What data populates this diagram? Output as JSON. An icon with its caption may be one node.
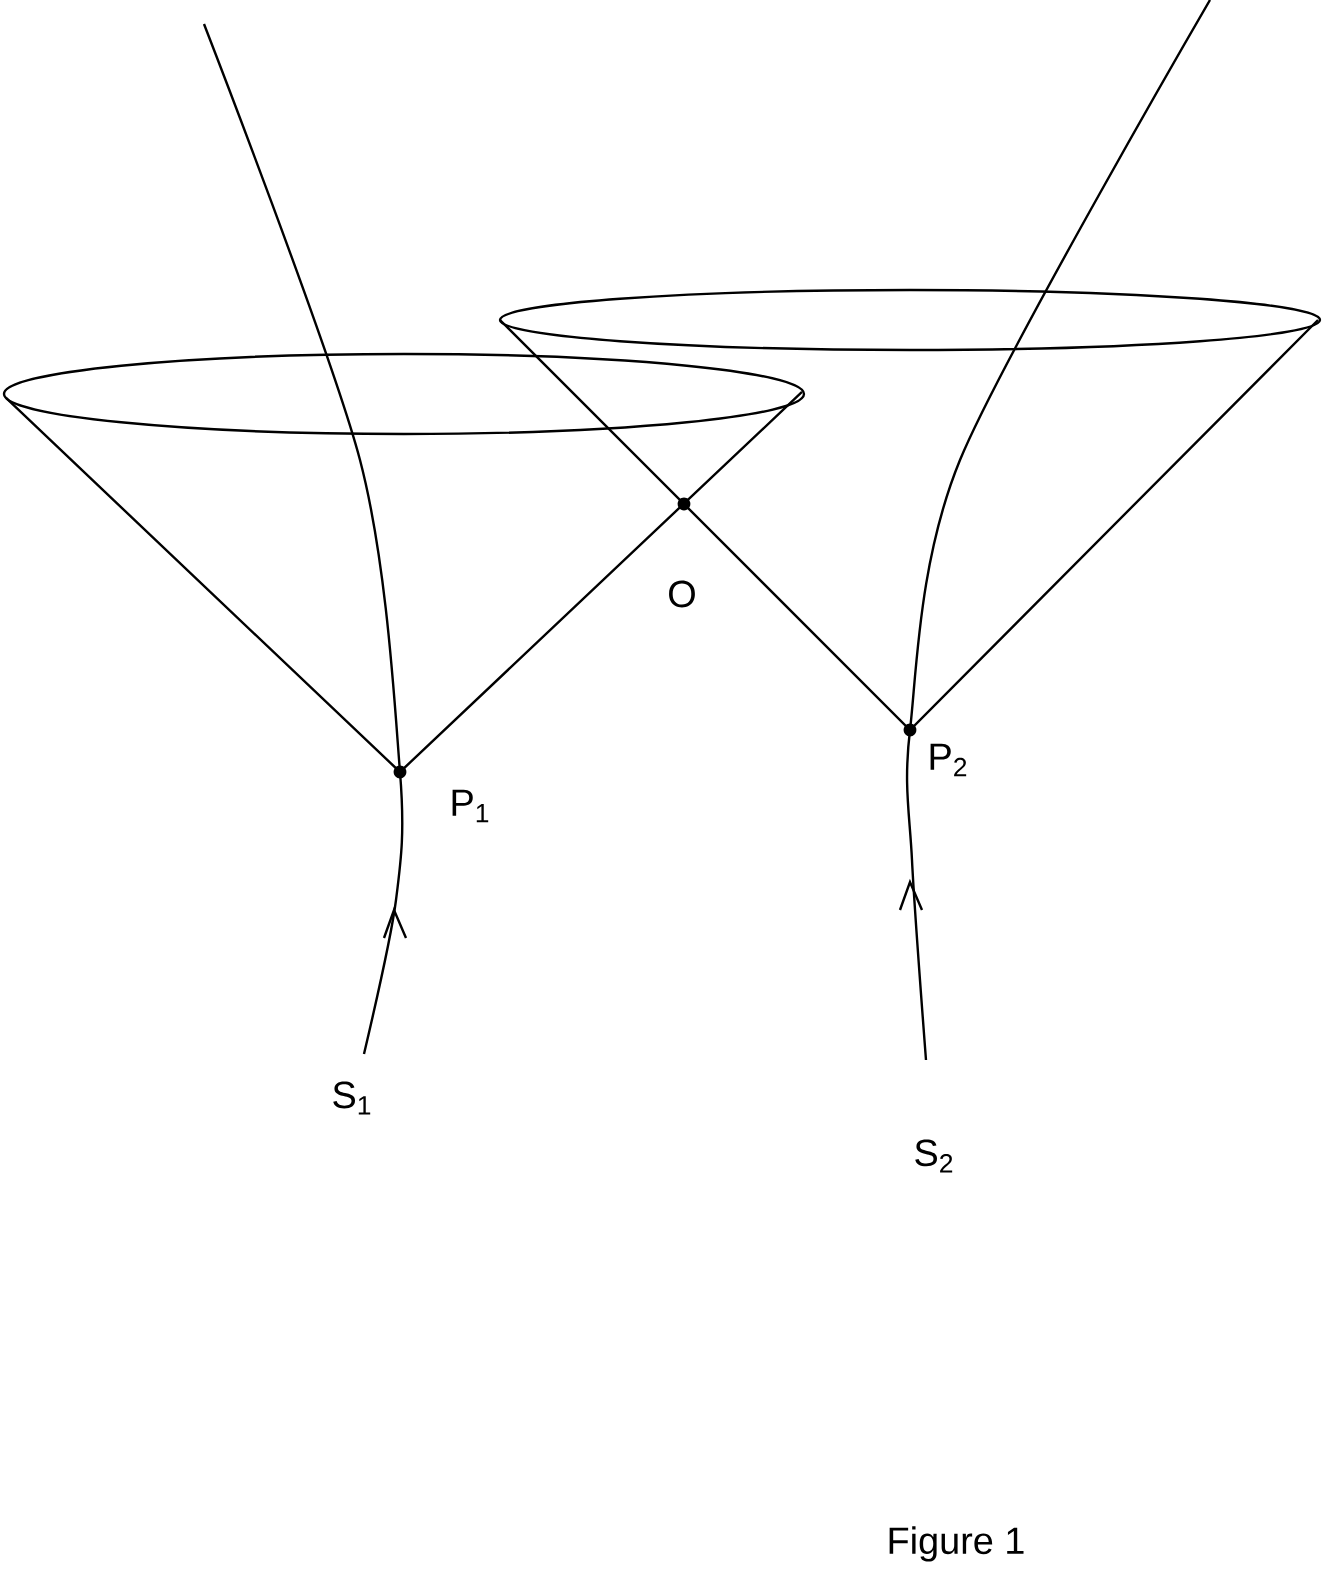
{
  "diagram": {
    "caption": "Figure 1",
    "labels": [
      "O",
      "P$_{1}$",
      "P$_{2}$",
      "S$_{1}$",
      "S$_{2}$"
    ]
  }
}
